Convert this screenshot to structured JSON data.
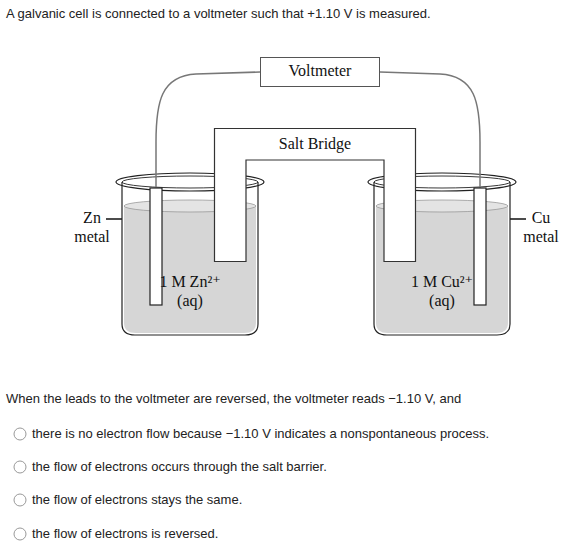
{
  "diagram": {
    "nodes": [
      {
        "text": [
          "Voltmeter"
        ]
      },
      {
        "text": [
          "Salt Bridge"
        ]
      },
      {
        "text": [
          "1 M Zn²⁺ (aq)"
        ]
      },
      {
        "text": [
          "1 M Cu²⁺ (aq)"
        ]
      }
    ],
    "edges": [
      {
        "from": 0,
        "to": 2,
        "arrow": "none"
      },
      {
        "from": 0,
        "to": 3,
        "arrow": "none"
      }
    ],
    "labels": [
      "A galvanic cell is connected to a voltmeter such that +1.10 V is measured.",
      "Zn metal",
      "Cu metal",
      "When the leads to the voltmeter are reversed, the voltmeter reads −1.10 V, and",
      "there is no electron flow because −1.10 V indicates a nonspontaneous process.",
      "the flow of electrons occurs through the salt barrier.",
      "the flow of electrons stays the same.",
      "the flow of electrons is reversed."
    ]
  }
}
